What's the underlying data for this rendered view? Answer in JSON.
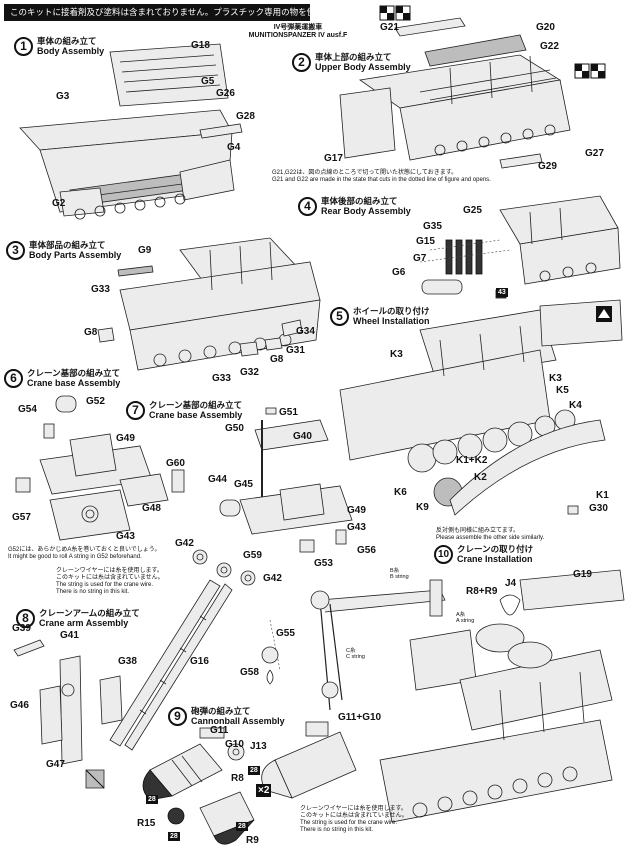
{
  "header": {
    "notice": "このキットに接着剤及び塗料は含まれておりません。プラスチック専用の物を使用して下さい。",
    "subtitle_ja": "IV号弾薬運搬車",
    "subtitle_en": "MUNITIONSPANZER IV ausf.F"
  },
  "steps": [
    {
      "num": "1",
      "ja": "車体の組み立て",
      "en": "Body Assembly"
    },
    {
      "num": "2",
      "ja": "車体上部の組み立て",
      "en": "Upper Body Assembly"
    },
    {
      "num": "3",
      "ja": "車体部品の組み立て",
      "en": "Body Parts Assembly"
    },
    {
      "num": "4",
      "ja": "車体後部の組み立て",
      "en": "Rear Body Assembly"
    },
    {
      "num": "5",
      "ja": "ホイールの取り付け",
      "en": "Wheel Installation"
    },
    {
      "num": "6",
      "ja": "クレーン基部の組み立て",
      "en": "Crane base Assembly"
    },
    {
      "num": "7",
      "ja": "クレーン基部の組み立て",
      "en": "Crane base Assembly"
    },
    {
      "num": "8",
      "ja": "クレーンアームの組み立て",
      "en": "Crane arm Assembly"
    },
    {
      "num": "9",
      "ja": "砲弾の組み立て",
      "en": "Cannonball Assembly"
    },
    {
      "num": "10",
      "ja": "クレーンの取り付け",
      "en": "Crane Installation"
    }
  ],
  "parts": {
    "g18": "G18",
    "g3": "G3",
    "g5": "G5",
    "g26": "G26",
    "g28": "G28",
    "g4": "G4",
    "g2": "G2",
    "g21": "G21",
    "g20": "G20",
    "g22": "G22",
    "g17": "G17",
    "g27": "G27",
    "g29": "G29",
    "g9": "G9",
    "g33a": "G33",
    "g8a": "G8",
    "g34": "G34",
    "g31": "G31",
    "g33b": "G33",
    "g32": "G32",
    "g8b": "G8",
    "g35": "G35",
    "g25": "G25",
    "g15": "G15",
    "g7": "G7",
    "g6": "G6",
    "n43": "43",
    "k3a": "K3",
    "k3b": "K3",
    "k5": "K5",
    "k4": "K4",
    "k1k2": "K1+K2",
    "k2": "K2",
    "k6": "K6",
    "k9": "K9",
    "k1": "K1",
    "g30": "G30",
    "g54": "G54",
    "g52": "G52",
    "g49a": "G49",
    "g60": "G60",
    "g57": "G57",
    "g48": "G48",
    "g43a": "G43",
    "g51": "G51",
    "g50": "G50",
    "g40": "G40",
    "g44": "G44",
    "g45": "G45",
    "g49b": "G49",
    "g43b": "G43",
    "g56": "G56",
    "g53": "G53",
    "g42a": "G42",
    "g59": "G59",
    "g42b": "G42",
    "g39": "G39",
    "g41": "G41",
    "g38": "G38",
    "g16": "G16",
    "g46": "G46",
    "g47": "G47",
    "g55": "G55",
    "g58": "G58",
    "r8r9": "R8+R9",
    "j4": "J4",
    "g19": "G19",
    "g11": "G11",
    "g10": "G10",
    "j13": "J13",
    "r8": "R8",
    "g11g10": "G11+G10",
    "r15": "R15",
    "r9": "R9",
    "x2": "×2",
    "n28a": "28",
    "n28b": "28",
    "n28c": "28",
    "n28d": "28"
  },
  "notes": {
    "step2_ja": "G21,G22は、図の点線のところで切って開いた状態にしておきます。",
    "step2_en": "G21 and G22 are made in the state that cuts in the dotted line of figure and opens.",
    "g52_ja": "G52には、あらかじめA糸を巻いておくと良いでしょう。",
    "g52_en": "It might be good to roll A string in G52 beforehand.",
    "crane_wire_top_ja1": "クレーンワイヤーには糸を使用します。",
    "crane_wire_top_ja2": "このキットには糸は含まれていません。",
    "crane_wire_top_en1": "The string is used for the crane wire.",
    "crane_wire_top_en2": "There is no string in this kit.",
    "crane_wire_bottom_ja1": "クレーンワイヤーには糸を使用します。",
    "crane_wire_bottom_ja2": "このキットには糸は含まれていません。",
    "crane_wire_bottom_en1": "The string is used for the crane wire.",
    "crane_wire_bottom_en2": "There is no string in this kit.",
    "other_side_ja": "反対側も同様に組み立てます。",
    "other_side_en": "Please assemble the other side similarly.",
    "b_string_ja": "B糸",
    "b_string_en": "B string",
    "a_string_ja": "A糸",
    "a_string_en": "A string",
    "c_string_ja": "C糸",
    "c_string_en": "C string"
  }
}
